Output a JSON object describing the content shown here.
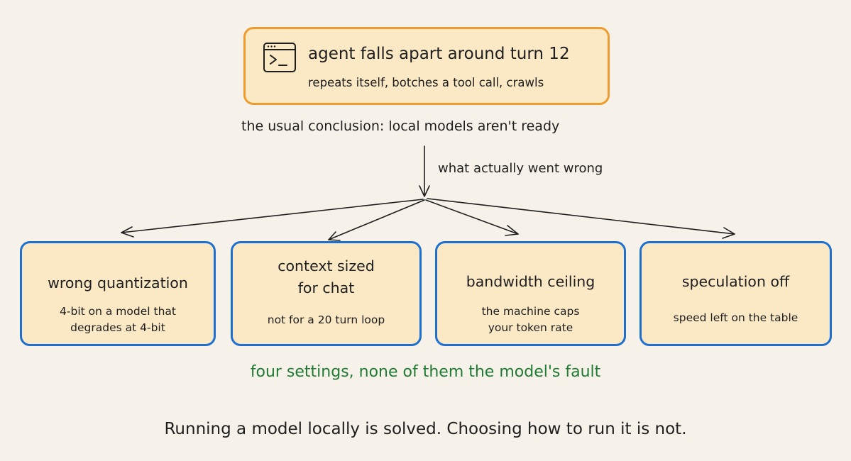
{
  "top_box": {
    "title": "agent falls apart around turn 12",
    "subtitle": "repeats itself, botches a tool call, crawls",
    "icon": "terminal-icon"
  },
  "conclusion": "the usual conclusion: local models aren't ready",
  "arrow_label": "what actually went wrong",
  "boxes": [
    {
      "title_lines": [
        "wrong quantization"
      ],
      "subtitle_lines": [
        "4-bit on a model that",
        "degrades at 4-bit"
      ]
    },
    {
      "title_lines": [
        "context sized",
        "for chat"
      ],
      "subtitle_lines": [
        "not for a 20 turn loop"
      ]
    },
    {
      "title_lines": [
        "bandwidth ceiling"
      ],
      "subtitle_lines": [
        "the machine caps",
        "your token rate"
      ]
    },
    {
      "title_lines": [
        "speculation off"
      ],
      "subtitle_lines": [
        "speed left on the table"
      ]
    }
  ],
  "caption": "four settings, none of them the model's fault",
  "footer": "Running a model locally is solved. Choosing how to run it is not.",
  "colors": {
    "background": "#f6f2ea",
    "box_fill": "#fbe9c6",
    "top_border": "#ee9c30",
    "blue_border": "#1e6fcf",
    "caption": "#1f7a34",
    "ink": "#1e1e1e"
  }
}
